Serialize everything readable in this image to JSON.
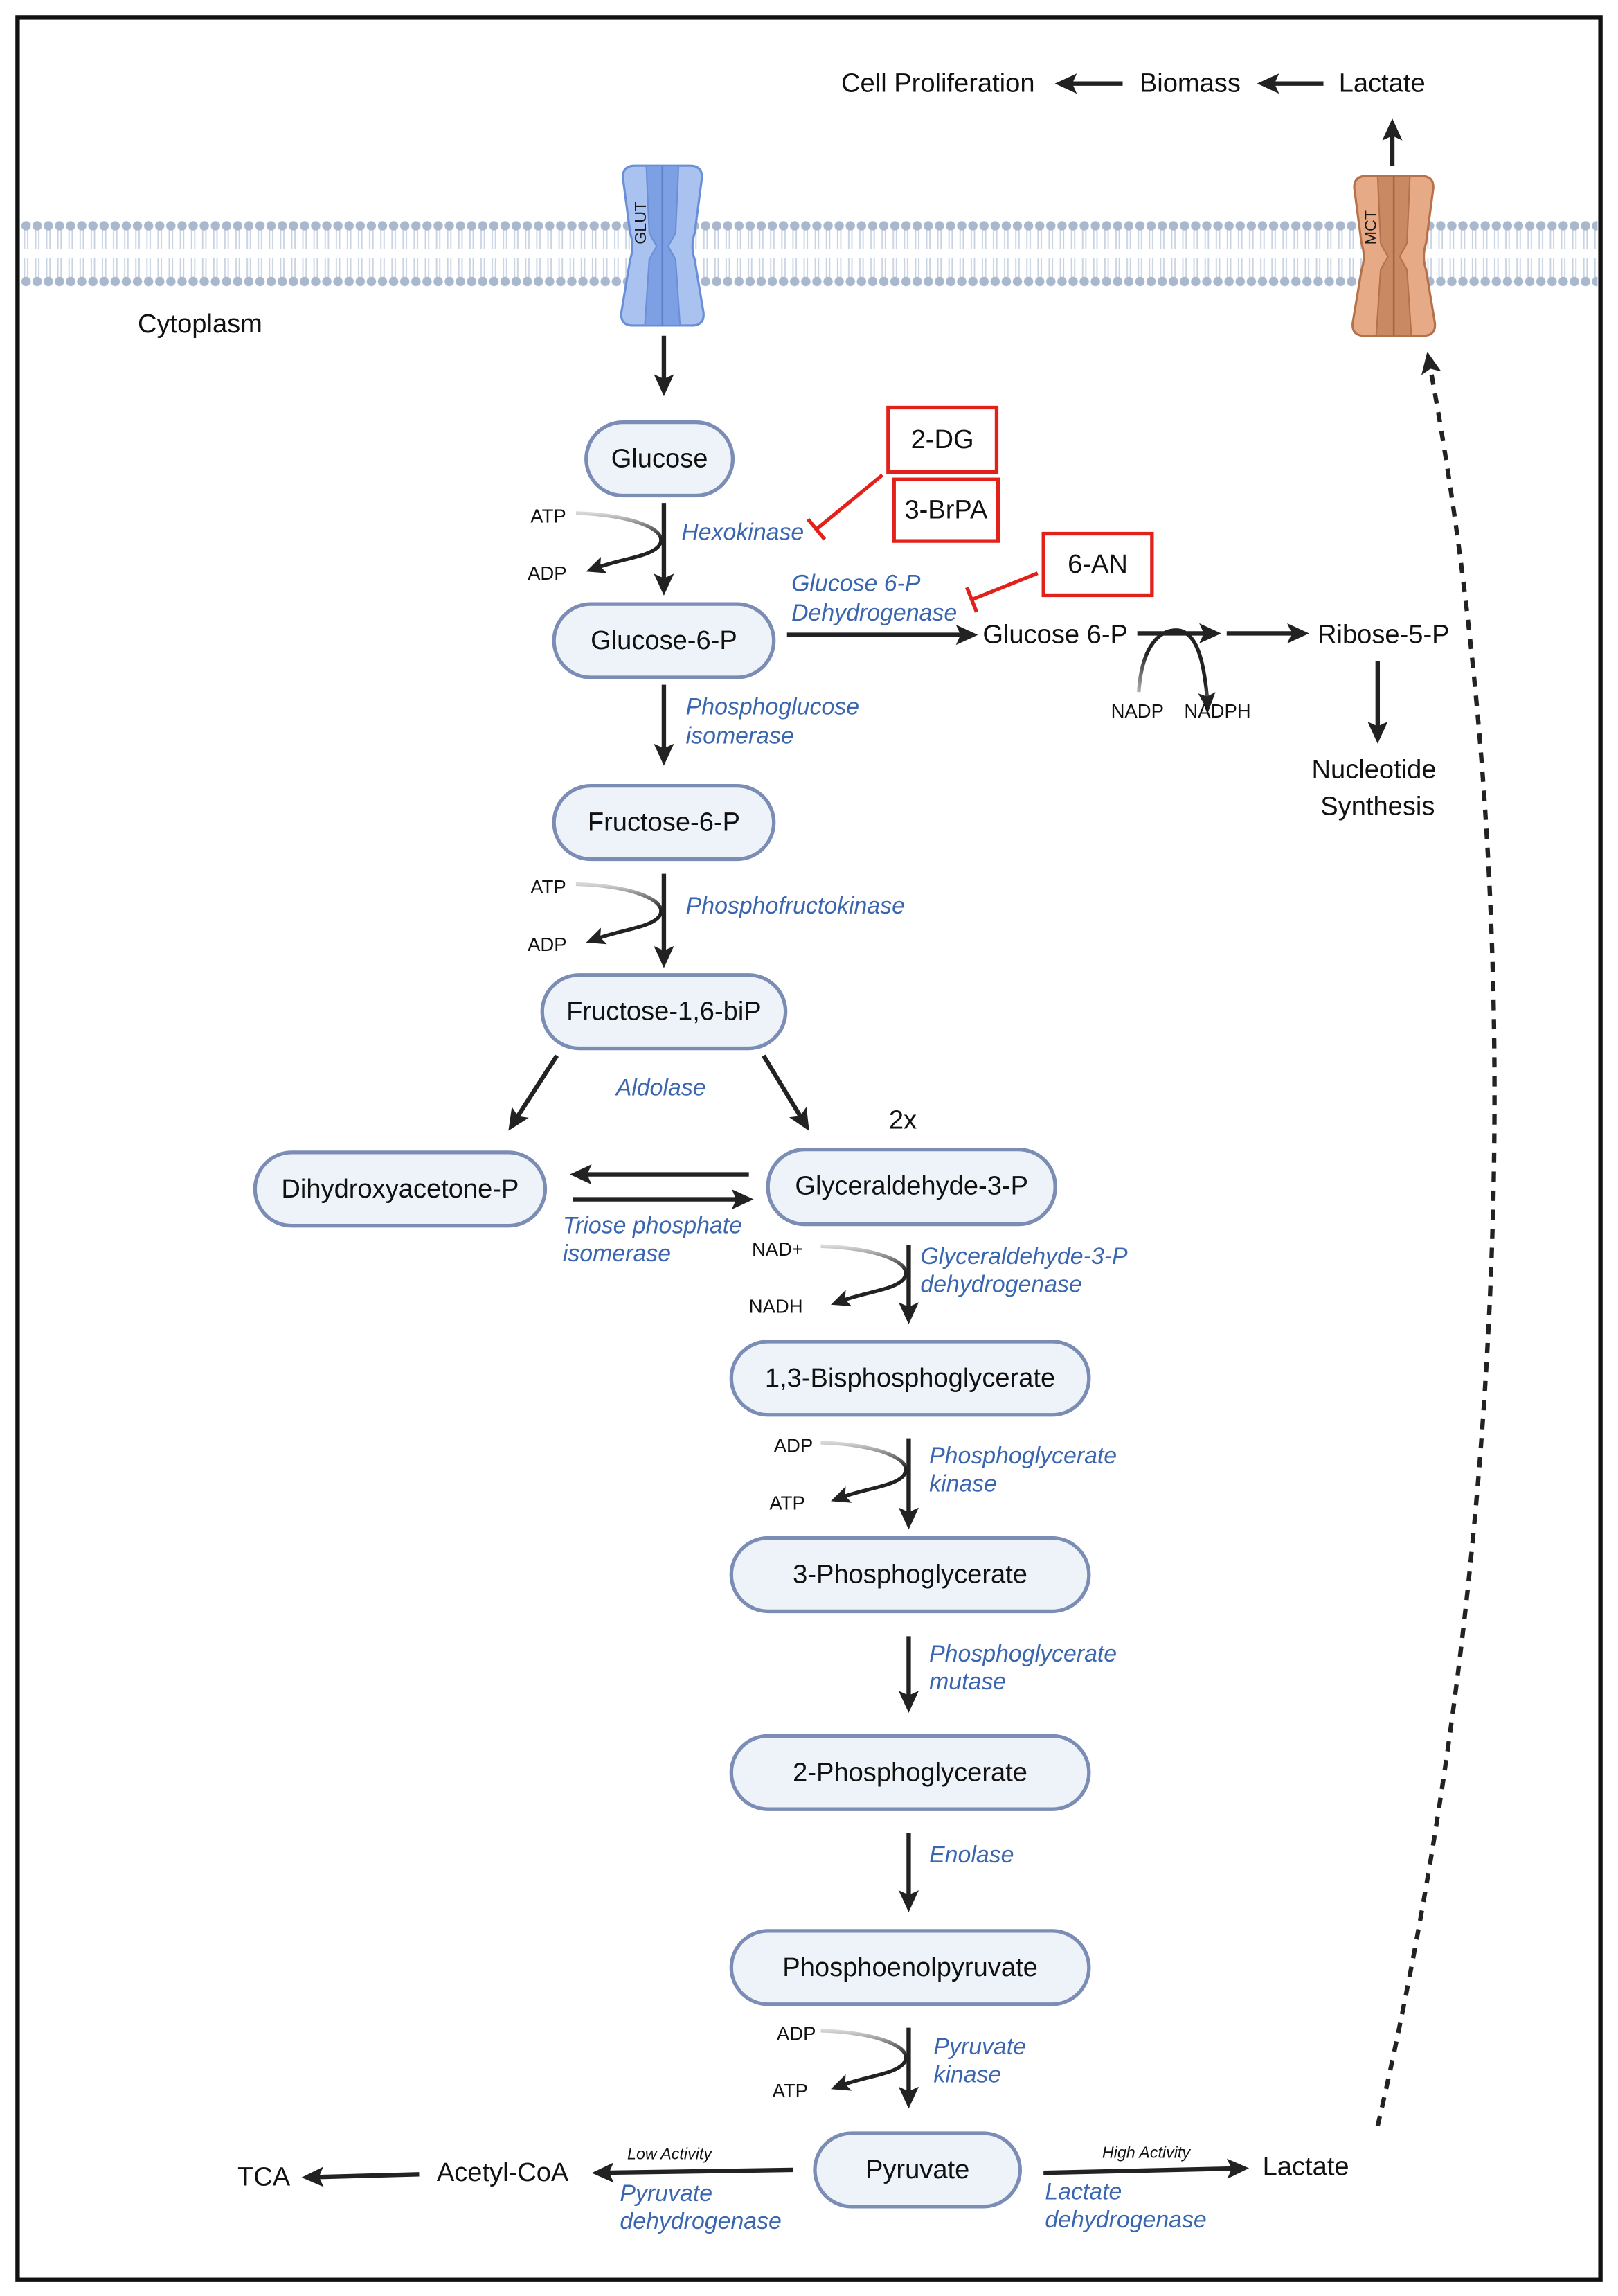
{
  "extracellular": {
    "cell_proliferation": "Cell Proliferation",
    "biomass": "Biomass",
    "lactate": "Lactate"
  },
  "membrane": {
    "glut_label": "GLUT",
    "mct_label": "MCT",
    "compartment_label": "Cytoplasm"
  },
  "metabolites": {
    "glucose": "Glucose",
    "glucose_6_p": "Glucose-6-P",
    "fructose_6_p": "Fructose-6-P",
    "fructose_1_6_bip": "Fructose-1,6-biP",
    "dihydroxyacetone_p": "Dihydroxyacetone-P",
    "glyceraldehyde_3_p": "Glyceraldehyde-3-P",
    "bisphosphoglycerate_1_3": "1,3-Bisphosphoglycerate",
    "phosphoglycerate_3": "3-Phosphoglycerate",
    "phosphoglycerate_2": "2-Phosphoglycerate",
    "phosphoenolpyruvate": "Phosphoenolpyruvate",
    "pyruvate": "Pyruvate",
    "acetyl_coa": "Acetyl-CoA",
    "tca": "TCA",
    "lactate": "Lactate",
    "stoichiometry_note": "2x"
  },
  "enzymes": {
    "hexokinase": [
      "Hexokinase"
    ],
    "glucose_6p_dehydrogenase": [
      "Glucose 6-P",
      "Dehydrogenase"
    ],
    "phosphoglucose_isomerase": [
      "Phosphoglucose",
      "isomerase"
    ],
    "phosphofructokinase": [
      "Phosphofructokinase"
    ],
    "aldolase": [
      "Aldolase"
    ],
    "triose_phosphate_isomerase": [
      "Triose phosphate",
      "isomerase"
    ],
    "gapdh": [
      "Glyceraldehyde-3-P",
      "dehydrogenase"
    ],
    "phosphoglycerate_kinase": [
      "Phosphoglycerate",
      "kinase"
    ],
    "phosphoglycerate_mutase": [
      "Phosphoglycerate",
      "mutase"
    ],
    "enolase": [
      "Enolase"
    ],
    "pyruvate_kinase": [
      "Pyruvate",
      "kinase"
    ],
    "pyruvate_dehydrogenase": [
      "Pyruvate",
      "dehydrogenase"
    ],
    "lactate_dehydrogenase": [
      "Lactate",
      "dehydrogenase"
    ]
  },
  "cofactors": {
    "hexokinase": {
      "in": "ATP",
      "out": "ADP"
    },
    "phosphofructokinase": {
      "in": "ATP",
      "out": "ADP"
    },
    "gapdh": {
      "in": "NAD+",
      "out": "NADH"
    },
    "phosphoglycerate_kinase": {
      "in": "ADP",
      "out": "ATP"
    },
    "pyruvate_kinase": {
      "in": "ADP",
      "out": "ATP"
    },
    "pentose_phosphate": {
      "in": "NADP",
      "out": "NADPH"
    }
  },
  "pentose_phosphate": {
    "glucose_6_p": "Glucose 6-P",
    "ribose_5_p": "Ribose-5-P",
    "nucleotide_synthesis": [
      "Nucleotide",
      "Synthesis"
    ]
  },
  "pyruvate_fates": {
    "low_activity": "Low Activity",
    "high_activity": "High Activity"
  },
  "inhibitors": {
    "two_dg": "2-DG",
    "three_brpa": "3-BrPA",
    "six_an": "6-AN"
  },
  "colors": {
    "enzyme_text": "#3a66b0",
    "node_fill": "#eef3f9",
    "node_stroke": "#7b8db5",
    "inhibitor": "#e3211b",
    "glut": "#a9c2f0",
    "mct": "#e6aa86",
    "membrane": "#a9b8cd"
  }
}
